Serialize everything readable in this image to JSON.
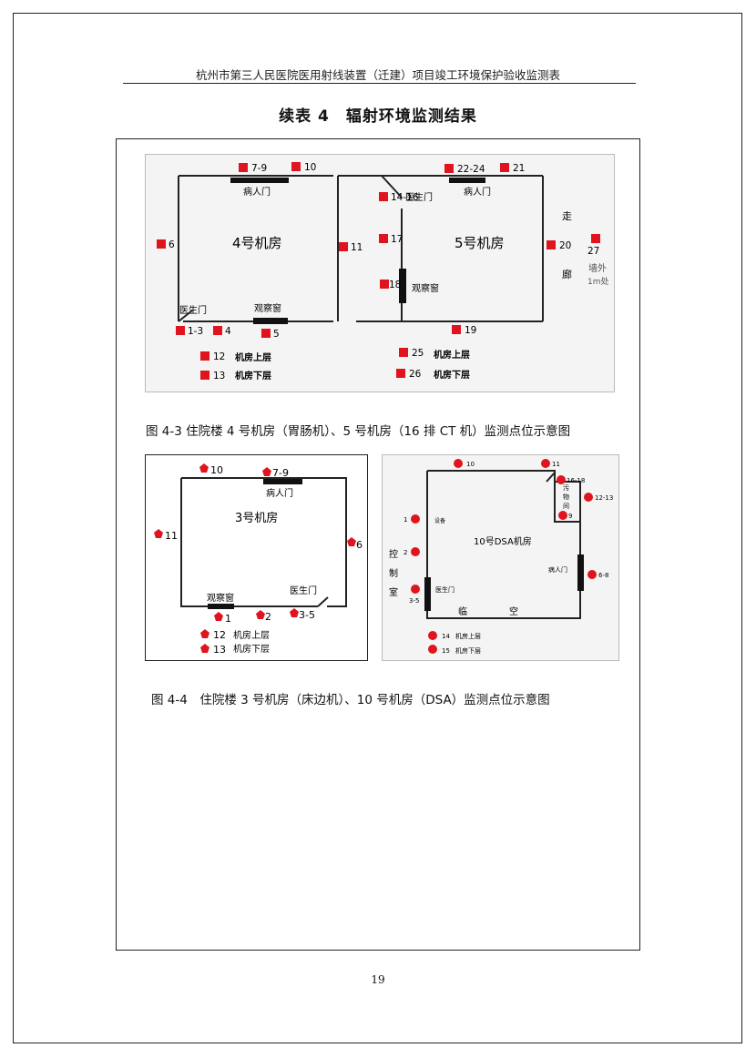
{
  "header": {
    "title": "杭州市第三人民医院医用射线装置（迁建）项目竣工环境保护验收监测表"
  },
  "table_title": "续表 4　辐射环境监测结果",
  "figure_4_3": {
    "caption": "图 4-3 住院楼 4 号机房（胃肠机）、5 号机房（16 排 CT 机）监测点位示意图",
    "room4_label": "4号机房",
    "room5_label": "5号机房",
    "patient_door": "病人门",
    "doctor_door": "医生门",
    "observation_window": "观察窗",
    "corridor_a": "走",
    "corridor_b": "廊",
    "outside_wall_a": "墙外",
    "outside_wall_b": "1m处",
    "upper_floor": "机房上层",
    "lower_floor": "机房下层",
    "points": {
      "p7_9": "7-9",
      "p10": "10",
      "p6": "6",
      "p11": "11",
      "p1_3": "1-3",
      "p4": "4",
      "p5": "5",
      "p12": "12",
      "p13": "13",
      "p22_24": "22-24",
      "p21": "21",
      "p14_16": "14-16",
      "p17": "17",
      "p18": "18",
      "p20": "20",
      "p27": "27",
      "p19": "19",
      "p25": "25",
      "p26": "26"
    }
  },
  "figure_4_4": {
    "caption": "图 4-4　住院楼 3 号机房（床边机）、10 号机房（DSA）监测点位示意图",
    "room3_label": "3号机房",
    "room10_label": "10号DSA机房",
    "patient_door": "病人门",
    "doctor_door": "医生门",
    "observation_window": "观察窗",
    "sewage_a": "污",
    "sewage_b": "物",
    "sewage_c": "间",
    "equip_room": "设备",
    "control_a": "控",
    "control_b": "制",
    "control_c": "室",
    "void_a": "临",
    "void_b": "空",
    "upper_floor": "机房上层",
    "lower_floor": "机房下层",
    "points3": {
      "p10": "10",
      "p7_9": "7-9",
      "p11": "11",
      "p6": "6",
      "p1": "1",
      "p2": "2",
      "p3_5": "3-5",
      "p12": "12",
      "p13": "13"
    },
    "points10": {
      "p10": "10",
      "p11": "11",
      "p16_18": "16-18",
      "p12_13": "12-13",
      "p9": "9",
      "p1": "1",
      "p2": "2",
      "p3_5": "3-5",
      "p6_8": "6-8",
      "p14": "14",
      "p15": "15"
    }
  },
  "page_number": "19",
  "colors": {
    "marker": "#e0141e",
    "wall": "#222222",
    "door_bar": "#111111",
    "panel_bg": "#f4f4f4"
  }
}
